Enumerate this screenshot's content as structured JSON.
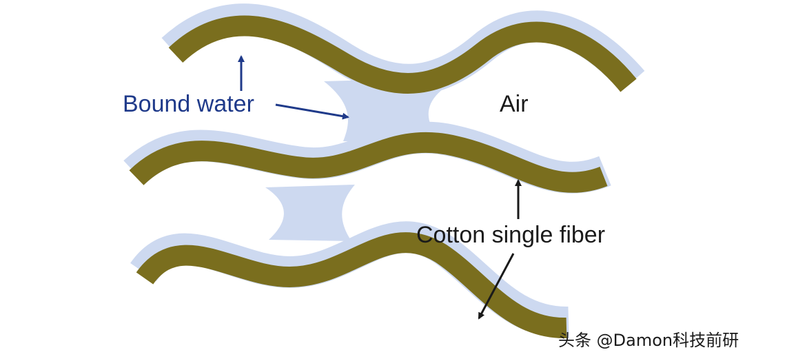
{
  "labels": {
    "bound_water": "Bound water",
    "air": "Air",
    "cotton_fiber": "Cotton single fiber"
  },
  "watermark": "头条 @Damon科技前研",
  "colors": {
    "fiber": "#7a6e1e",
    "water": "#cdd9f0",
    "bound_water_label": "#1f3a8a",
    "black_label": "#1a1a1a",
    "background": "#ffffff"
  }
}
